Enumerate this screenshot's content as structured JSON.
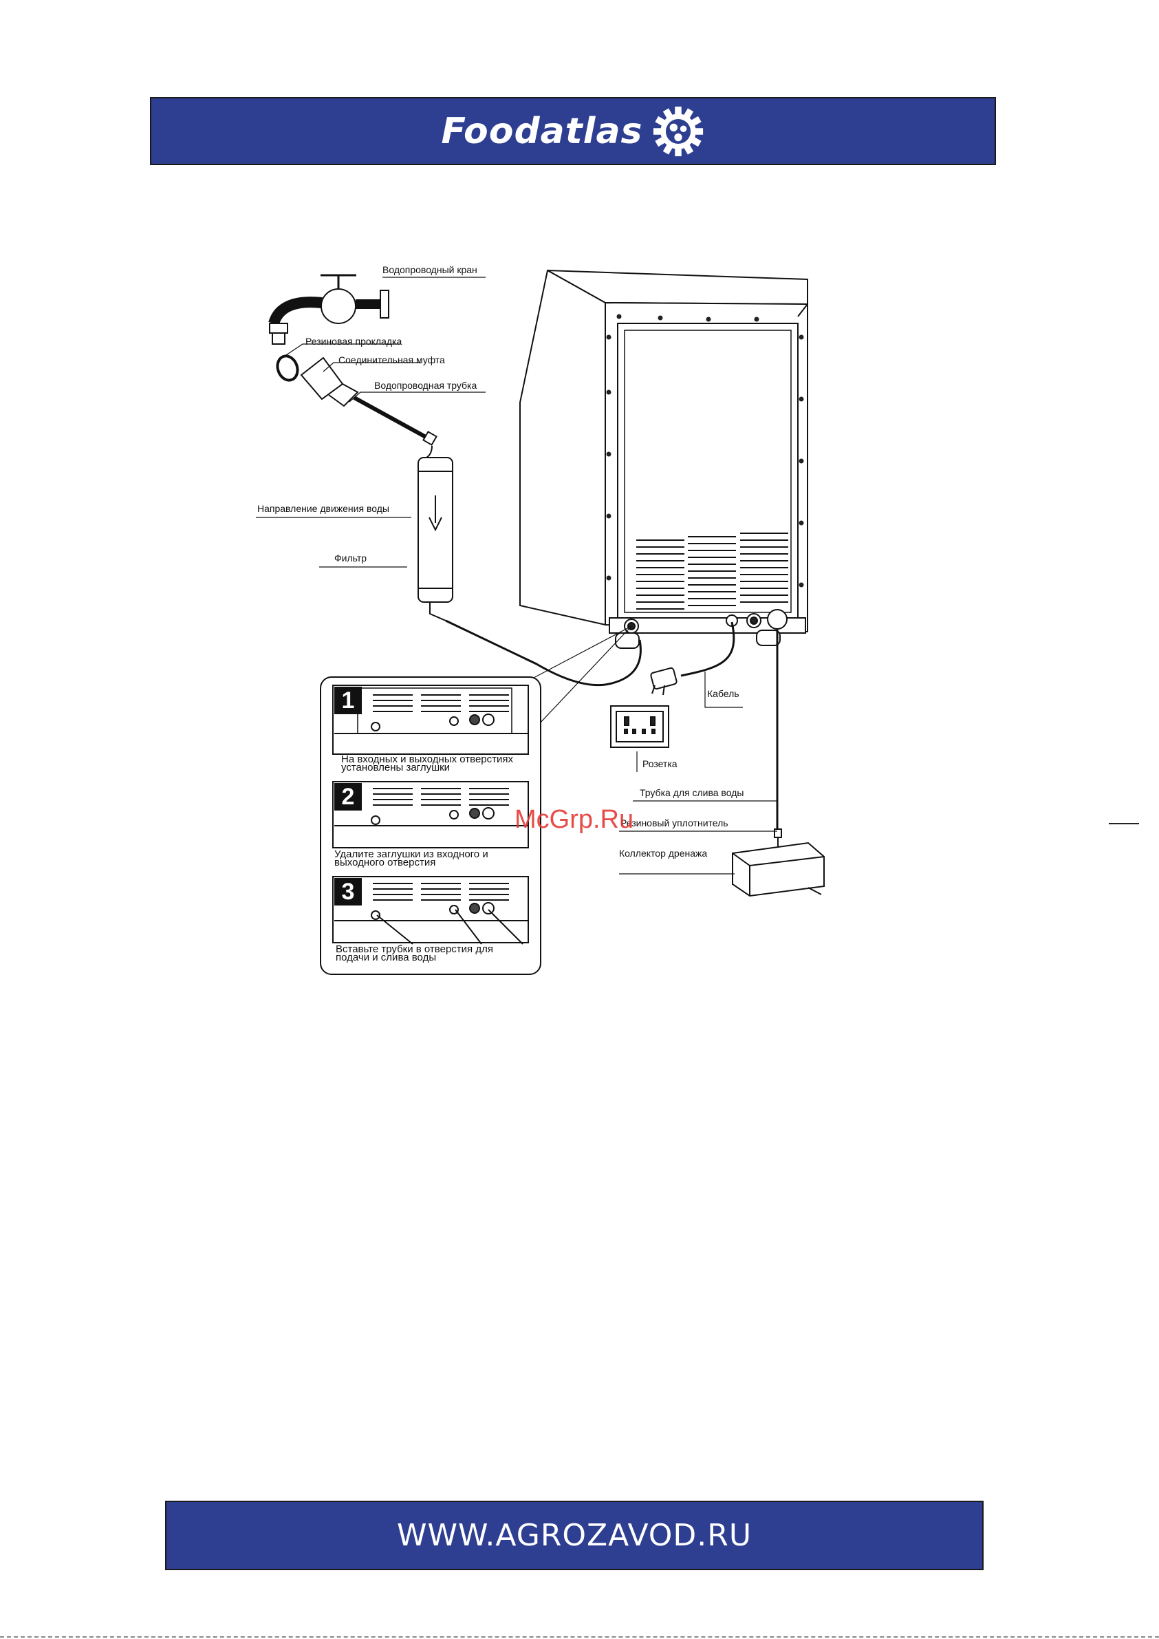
{
  "header": {
    "brand": "Foodatlas",
    "logo_icon": "gear-logo-icon",
    "background": "#2e3f91"
  },
  "footer": {
    "site": "WWW.AGROZAVOD.RU"
  },
  "diagram": {
    "labels": {
      "tap": "Водопроводный кран",
      "gasket": "Резиновая прокладка",
      "coupling": "Соединительная муфта",
      "pipe": "Водопроводная трубка",
      "flow": "Направление движения воды",
      "filter": "Фильтр",
      "cable": "Кабель",
      "socket": "Розетка",
      "drain_tube": "Трубка для слива воды",
      "seal": "Резиновый уплотнитель",
      "collector": "Коллектор дренажа"
    },
    "steps": [
      {
        "number": "1",
        "caption_line1": "На входных и выходных отверстиях",
        "caption_line2": "установлены заглушки"
      },
      {
        "number": "2",
        "caption_line1": "Удалите заглушки из входного и",
        "caption_line2": "выходного отверстия"
      },
      {
        "number": "3",
        "caption_line1": "Вставьте трубки в отверстия для",
        "caption_line2": "подачи и слива воды"
      }
    ]
  },
  "watermark": "McGrp.Ru"
}
